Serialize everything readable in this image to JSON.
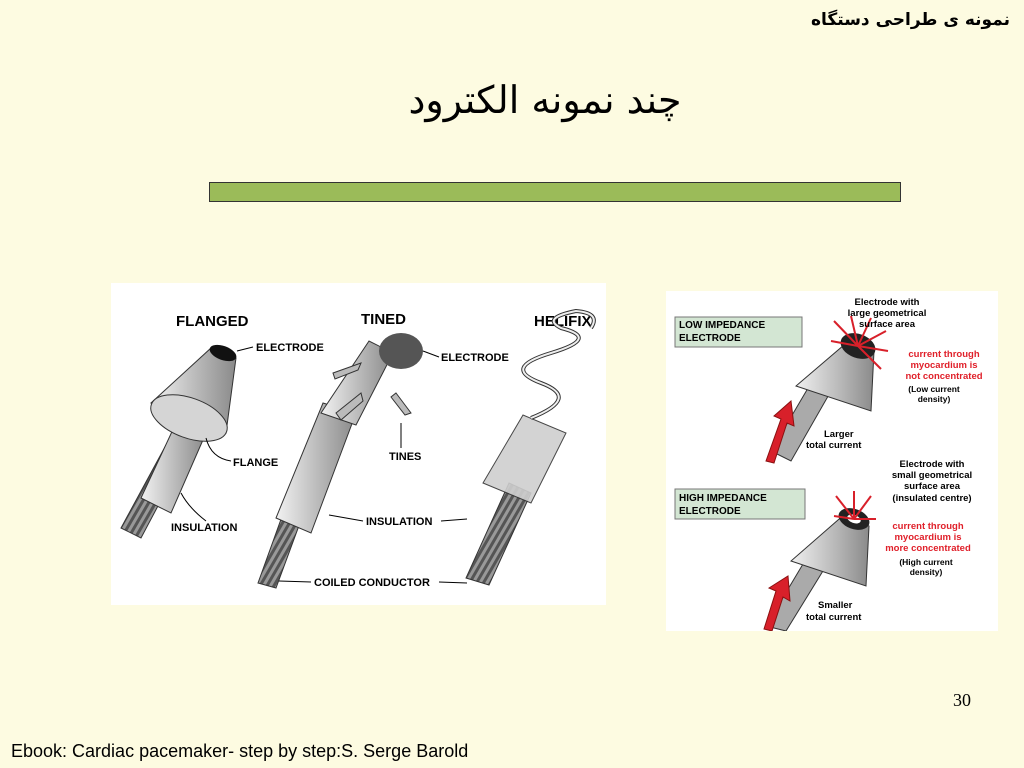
{
  "slide": {
    "header_title": "نمونه ی طراحی دستگاه",
    "title": "چند نمونه الکترود",
    "page_number": "30",
    "source_credit": "Ebook: Cardiac pacemaker- step by step:S. Serge Barold",
    "accent_bar_color": "#9bbb59"
  },
  "left_figure": {
    "headings": {
      "flanged": "FLANGED",
      "tined": "TINED",
      "helifix": "HELIFIX"
    },
    "labels": {
      "electrode_flanged": "ELECTRODE",
      "electrode_tined": "ELECTRODE",
      "flange": "FLANGE",
      "tines": "TINES",
      "insulation_left": "INSULATION",
      "insulation_center": "INSULATION",
      "coiled_conductor": "COILED CONDUCTOR"
    }
  },
  "right_figure": {
    "low": {
      "box_line1": "LOW IMPEDANCE",
      "box_line2": "ELECTRODE",
      "desc": [
        "Electrode with",
        "large geometrical",
        "surface area"
      ],
      "red": [
        "current through",
        "myocardium is",
        "not concentrated"
      ],
      "note": [
        "(Low current",
        "density)"
      ],
      "current": [
        "Larger",
        "total current"
      ]
    },
    "high": {
      "box_line1": "HIGH IMPEDANCE",
      "box_line2": "ELECTRODE",
      "desc": [
        "Electrode with",
        "small geometrical",
        "surface area",
        "(insulated centre)"
      ],
      "red": [
        "current through",
        "myocardium is",
        "more concentrated"
      ],
      "note": [
        "(High current",
        "density)"
      ],
      "current": [
        "Smaller",
        "total current"
      ]
    },
    "colors": {
      "box_bg": "#d3e6d3",
      "red_text": "#e0202a",
      "arrow": "#d8202a"
    }
  }
}
